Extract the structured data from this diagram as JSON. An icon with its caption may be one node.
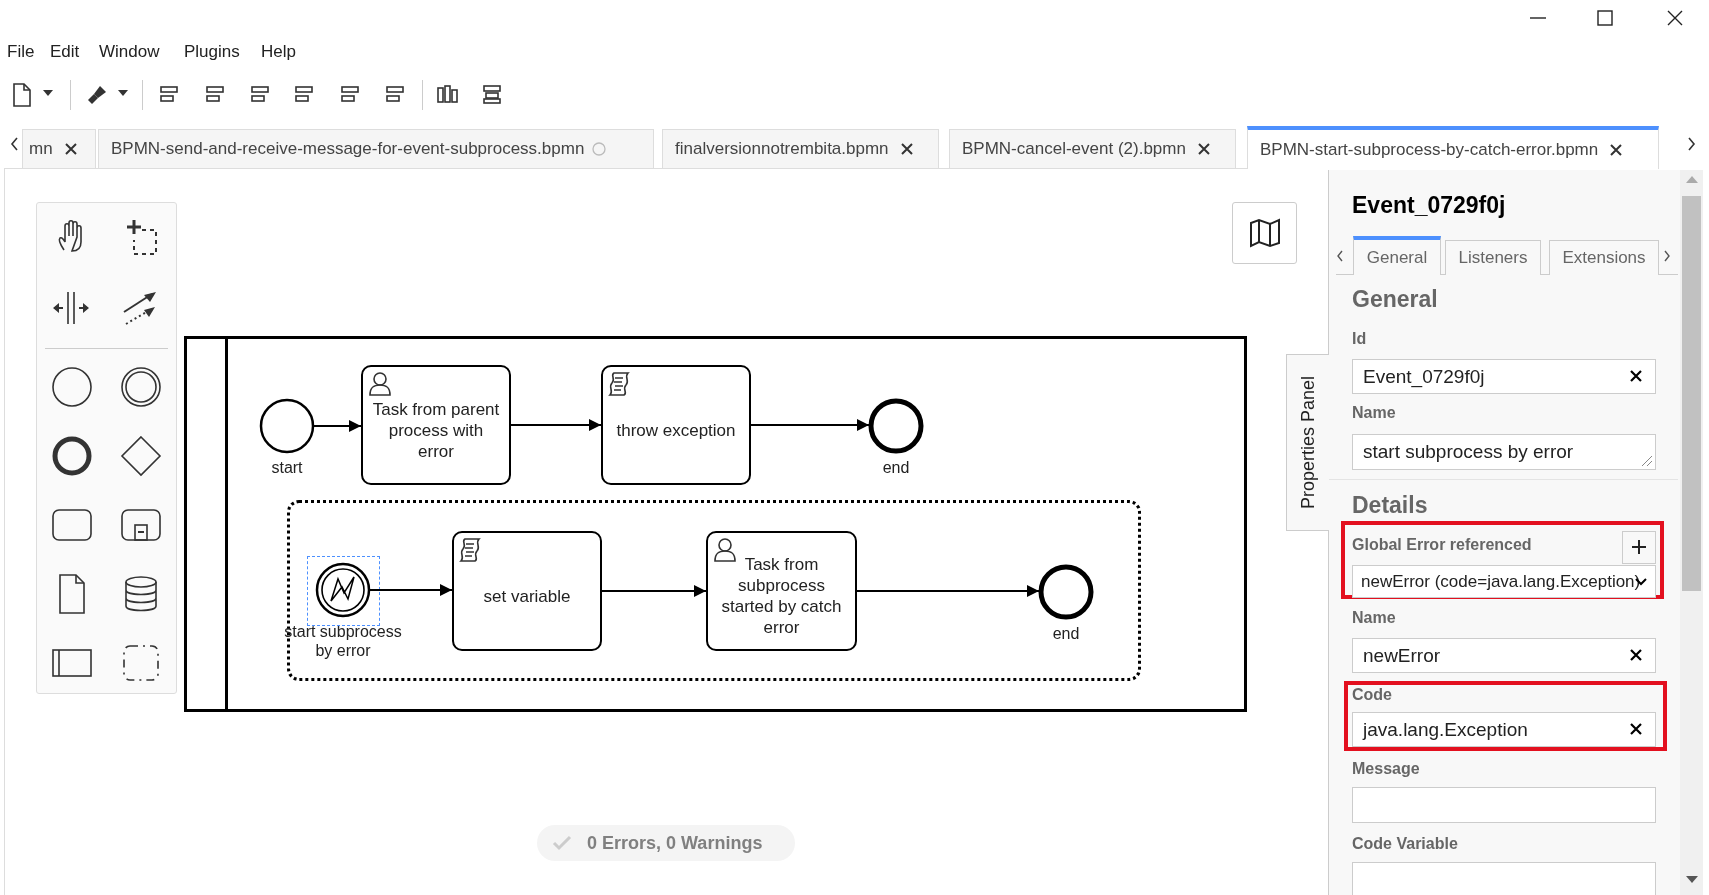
{
  "diagram": {
    "nodes": [
      {
        "text": [],
        "shape": "box"
      },
      {
        "text": [
          "start"
        ],
        "in": 0
      },
      {
        "text": [
          "Task from parent process with error"
        ],
        "in": 0
      },
      {
        "text": [
          "throw exception"
        ],
        "in": 0
      },
      {
        "text": [
          "end"
        ],
        "in": 0
      },
      {
        "text": [],
        "shape": "box",
        "in": 0
      },
      {
        "text": [
          "start subprocess by error"
        ],
        "in": 5
      },
      {
        "text": [
          "set variable"
        ],
        "in": 5
      },
      {
        "text": [
          "Task from subprocess started by catch error"
        ],
        "in": 5
      },
      {
        "text": [
          "end"
        ],
        "in": 5
      }
    ],
    "edges": [
      {
        "from": 1,
        "to": 2,
        "arrow": "to"
      },
      {
        "from": 2,
        "to": 3,
        "arrow": "to"
      },
      {
        "from": 3,
        "to": 4,
        "arrow": "to"
      },
      {
        "from": 6,
        "to": 7,
        "arrow": "to"
      },
      {
        "from": 7,
        "to": 8,
        "arrow": "to"
      },
      {
        "from": 8,
        "to": 9,
        "arrow": "to"
      }
    ],
    "labels": [
      "File",
      "Edit",
      "Window",
      "Plugins",
      "Help",
      "mn",
      "BPMN-send-and-receive-message-for-event-subprocess.bpmn",
      "finalversionnotrembita.bpmn",
      "BPMN-cancel-event (2).bpmn",
      "BPMN-start-subprocess-by-catch-error.bpmn",
      "Event_0729f0j",
      "General",
      "Listeners",
      "Extensions",
      "General",
      "Id",
      "Event_0729f0j",
      "Name",
      "start subprocess by error",
      "Properties Panel",
      "Details",
      "Global Error referenced",
      "newError (code=java.lang.Exception)",
      "Name",
      "newError",
      "Code",
      "java.lang.Exception",
      "Message",
      "Code Variable",
      "0 Errors, 0 Warnings"
    ]
  }
}
